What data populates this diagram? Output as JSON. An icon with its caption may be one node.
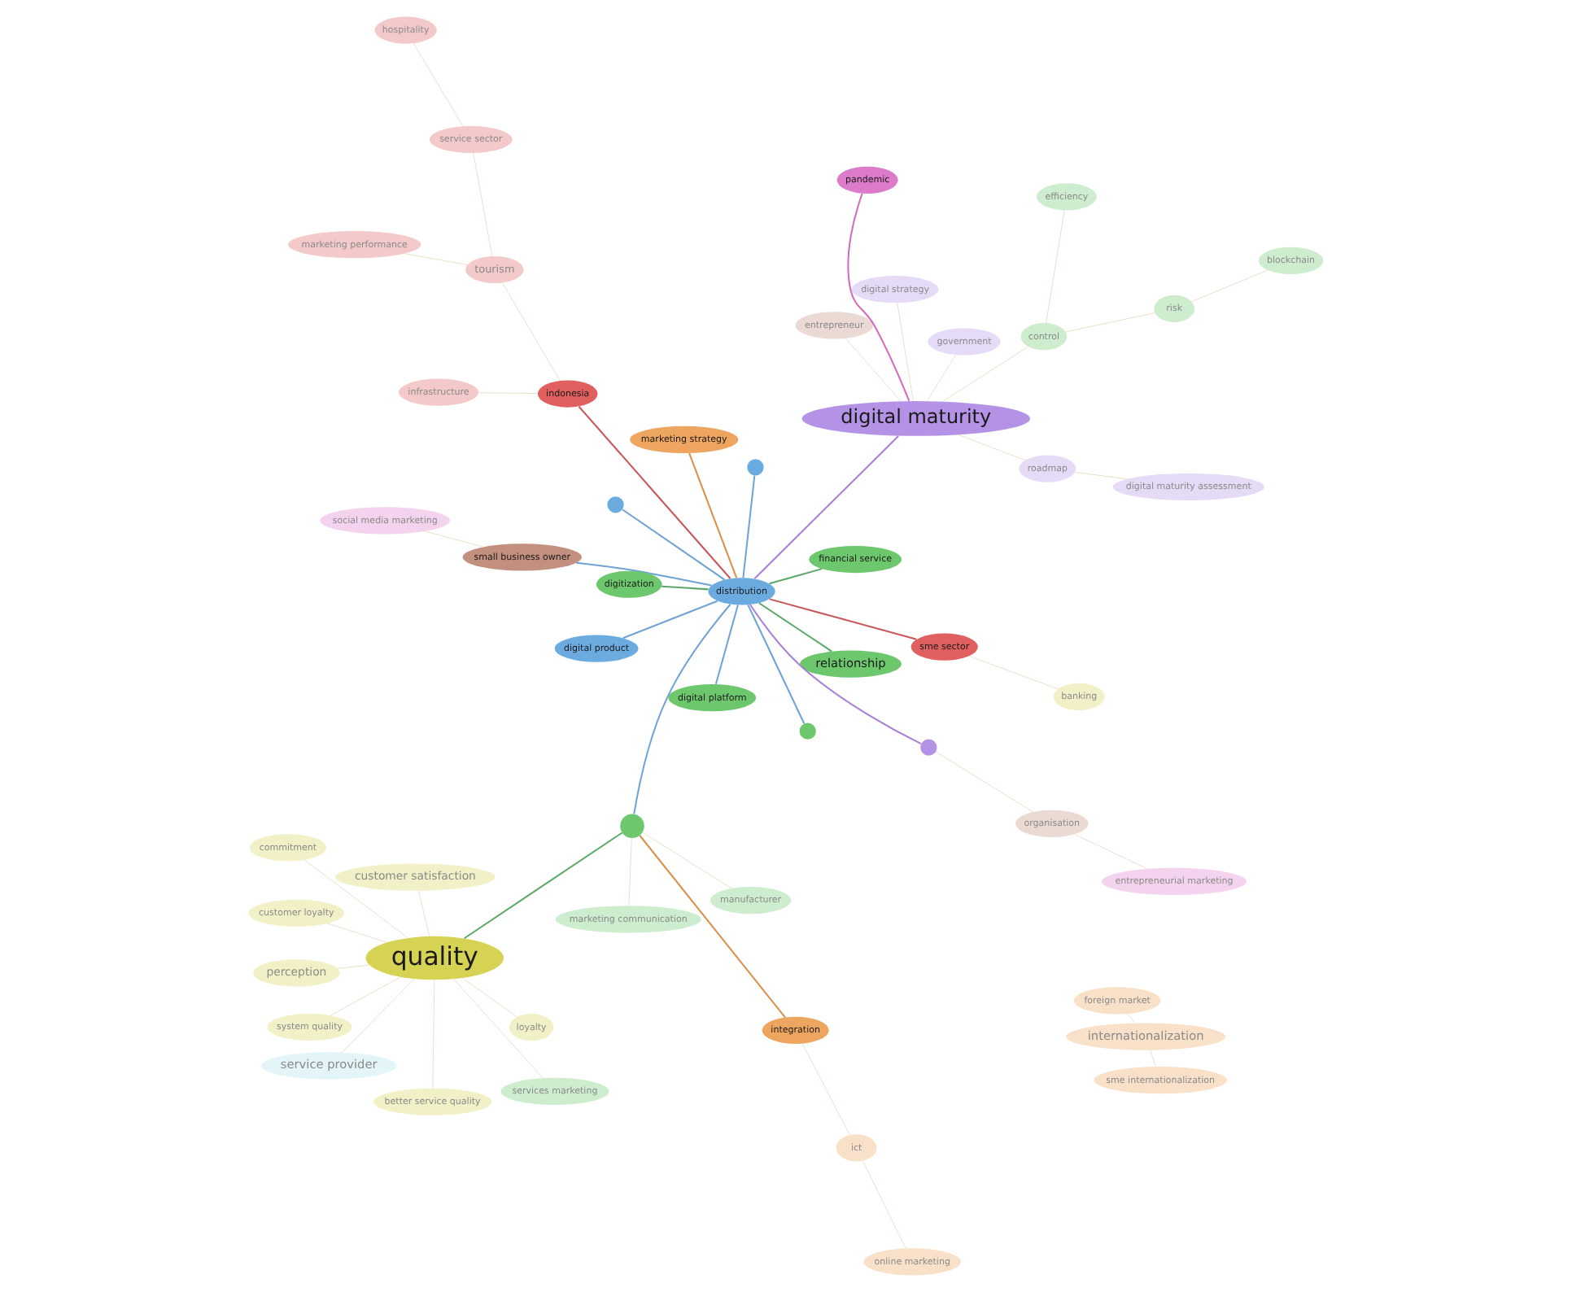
{
  "diagram": {
    "nodes": [
      {
        "text": [
          "foreign market"
        ]
      },
      {
        "text": [
          "internationalization"
        ]
      },
      {
        "text": [
          "system quality"
        ]
      },
      {
        "text": [
          "sme internationalization"
        ]
      },
      {
        "text": [
          "online marketing"
        ]
      },
      {
        "text": [
          "ict"
        ]
      },
      {
        "text": [
          "marketing strategy"
        ]
      },
      {
        "text": [
          "integration"
        ]
      },
      {
        "text": [],
        "shape": "circle"
      },
      {
        "text": [
          "digital product"
        ]
      },
      {
        "text": [
          "marketing communication"
        ]
      },
      {
        "text": [
          "digital platform"
        ]
      },
      {
        "text": [
          "services marketing"
        ]
      },
      {
        "text": [],
        "shape": "circle"
      },
      {
        "text": [
          "perception"
        ]
      },
      {
        "text": [
          "manufacturer"
        ]
      },
      {
        "text": [
          "distribution"
        ]
      },
      {
        "text": [],
        "shape": "circle"
      },
      {
        "text": [
          "relationship"
        ]
      },
      {
        "text": [
          "loyalty"
        ]
      },
      {
        "text": [
          "customer loyalty"
        ]
      },
      {
        "text": [
          "small business owner"
        ]
      },
      {
        "text": [
          "social media marketing"
        ]
      },
      {
        "text": [
          "digitization"
        ]
      },
      {
        "text": [
          "entrepreneur"
        ]
      },
      {
        "text": [
          "quality"
        ]
      },
      {
        "text": [
          "customer satisfaction"
        ]
      },
      {
        "text": [
          "commitment"
        ]
      },
      {
        "text": [
          "organisation"
        ]
      },
      {
        "text": [],
        "shape": "circle"
      },
      {
        "text": [
          "government"
        ]
      },
      {
        "text": [
          "better service quality"
        ]
      },
      {
        "text": [
          "entrepreneurial marketing"
        ]
      },
      {
        "text": [],
        "shape": "circle"
      },
      {
        "text": [
          "digital maturity"
        ]
      },
      {
        "text": [
          "service provider"
        ]
      },
      {
        "text": [
          "digital strategy"
        ]
      },
      {
        "text": [
          "financial service"
        ]
      },
      {
        "text": [
          "sme sector"
        ]
      },
      {
        "text": [
          "banking"
        ]
      },
      {
        "text": [
          "pandemic"
        ]
      },
      {
        "text": [
          "infrastructure"
        ]
      },
      {
        "text": [
          "indonesia"
        ]
      },
      {
        "text": [
          "control"
        ]
      },
      {
        "text": [
          "tourism"
        ]
      },
      {
        "text": [
          "service sector"
        ]
      },
      {
        "text": [
          "efficiency"
        ]
      },
      {
        "text": [
          "risk"
        ]
      },
      {
        "text": [
          "roadmap"
        ]
      },
      {
        "text": [
          "blockchain"
        ]
      },
      {
        "text": [
          "hospitality"
        ]
      },
      {
        "text": [
          "digital maturity assessment"
        ]
      },
      {
        "text": [
          "marketing performance"
        ]
      }
    ],
    "edges": [
      {
        "from": 16,
        "to": 8,
        "arrow": "none",
        "color": "#6fa3d6"
      },
      {
        "from": 16,
        "to": 9,
        "arrow": "none",
        "color": "#6fa3d6"
      },
      {
        "from": 16,
        "to": 6,
        "arrow": "none",
        "color": "#d9914a"
      },
      {
        "from": 16,
        "to": 11,
        "arrow": "none",
        "color": "#6fa3d6"
      },
      {
        "from": 16,
        "to": 13,
        "arrow": "none",
        "color": "#6fa3d6"
      },
      {
        "from": 16,
        "to": 17,
        "arrow": "none",
        "color": "#6fa3d6"
      },
      {
        "from": 16,
        "to": 18,
        "arrow": "none",
        "color": "#5aa86a"
      },
      {
        "from": 16,
        "to": 21,
        "arrow": "none",
        "color": "#6fa3d6"
      },
      {
        "from": 16,
        "to": 23,
        "arrow": "none",
        "color": "#5aa86a"
      },
      {
        "from": 16,
        "to": 29,
        "arrow": "none",
        "color": "#a77fd6"
      },
      {
        "from": 16,
        "to": 33,
        "arrow": "none",
        "color": "#6fa3d6"
      },
      {
        "from": 16,
        "to": 34,
        "arrow": "none",
        "color": "#a77fd6"
      },
      {
        "from": 16,
        "to": 37,
        "arrow": "none",
        "color": "#5aa86a"
      },
      {
        "from": 16,
        "to": 38,
        "arrow": "none",
        "color": "#c9575a"
      },
      {
        "from": 16,
        "to": 42,
        "arrow": "none",
        "color": "#c9575a"
      },
      {
        "from": 17,
        "to": 7,
        "arrow": "none",
        "color": "#d9914a"
      },
      {
        "from": 17,
        "to": 25,
        "arrow": "none",
        "color": "#5aa86a"
      },
      {
        "from": 34,
        "to": 40,
        "arrow": "none",
        "color": "#d46ac0"
      },
      {
        "from": 1,
        "to": 0,
        "arrow": "none"
      },
      {
        "from": 3,
        "to": 1,
        "arrow": "none"
      },
      {
        "from": 4,
        "to": 5,
        "arrow": "none"
      },
      {
        "from": 5,
        "to": 7,
        "arrow": "none"
      },
      {
        "from": 2,
        "to": 25,
        "arrow": "none"
      },
      {
        "from": 10,
        "to": 17,
        "arrow": "none"
      },
      {
        "from": 12,
        "to": 25,
        "arrow": "none"
      },
      {
        "from": 14,
        "to": 25,
        "arrow": "none"
      },
      {
        "from": 15,
        "to": 17,
        "arrow": "none"
      },
      {
        "from": 19,
        "to": 25,
        "arrow": "none"
      },
      {
        "from": 20,
        "to": 25,
        "arrow": "none"
      },
      {
        "from": 22,
        "to": 21,
        "arrow": "none"
      },
      {
        "from": 24,
        "to": 34,
        "arrow": "none"
      },
      {
        "from": 26,
        "to": 25,
        "arrow": "none"
      },
      {
        "from": 27,
        "to": 25,
        "arrow": "none"
      },
      {
        "from": 28,
        "to": 29,
        "arrow": "none"
      },
      {
        "from": 30,
        "to": 34,
        "arrow": "none"
      },
      {
        "from": 31,
        "to": 25,
        "arrow": "none"
      },
      {
        "from": 32,
        "to": 28,
        "arrow": "none"
      },
      {
        "from": 35,
        "to": 25,
        "arrow": "none"
      },
      {
        "from": 36,
        "to": 34,
        "arrow": "none"
      },
      {
        "from": 39,
        "to": 38,
        "arrow": "none"
      },
      {
        "from": 41,
        "to": 42,
        "arrow": "none"
      },
      {
        "from": 43,
        "to": 34,
        "arrow": "none"
      },
      {
        "from": 44,
        "to": 42,
        "arrow": "none"
      },
      {
        "from": 45,
        "to": 44,
        "arrow": "none"
      },
      {
        "from": 46,
        "to": 43,
        "arrow": "none"
      },
      {
        "from": 47,
        "to": 43,
        "arrow": "none"
      },
      {
        "from": 48,
        "to": 34,
        "arrow": "none"
      },
      {
        "from": 49,
        "to": 47,
        "arrow": "none"
      },
      {
        "from": 50,
        "to": 45,
        "arrow": "none"
      },
      {
        "from": 51,
        "to": 48,
        "arrow": "none"
      },
      {
        "from": 52,
        "to": 44,
        "arrow": "none"
      }
    ]
  }
}
